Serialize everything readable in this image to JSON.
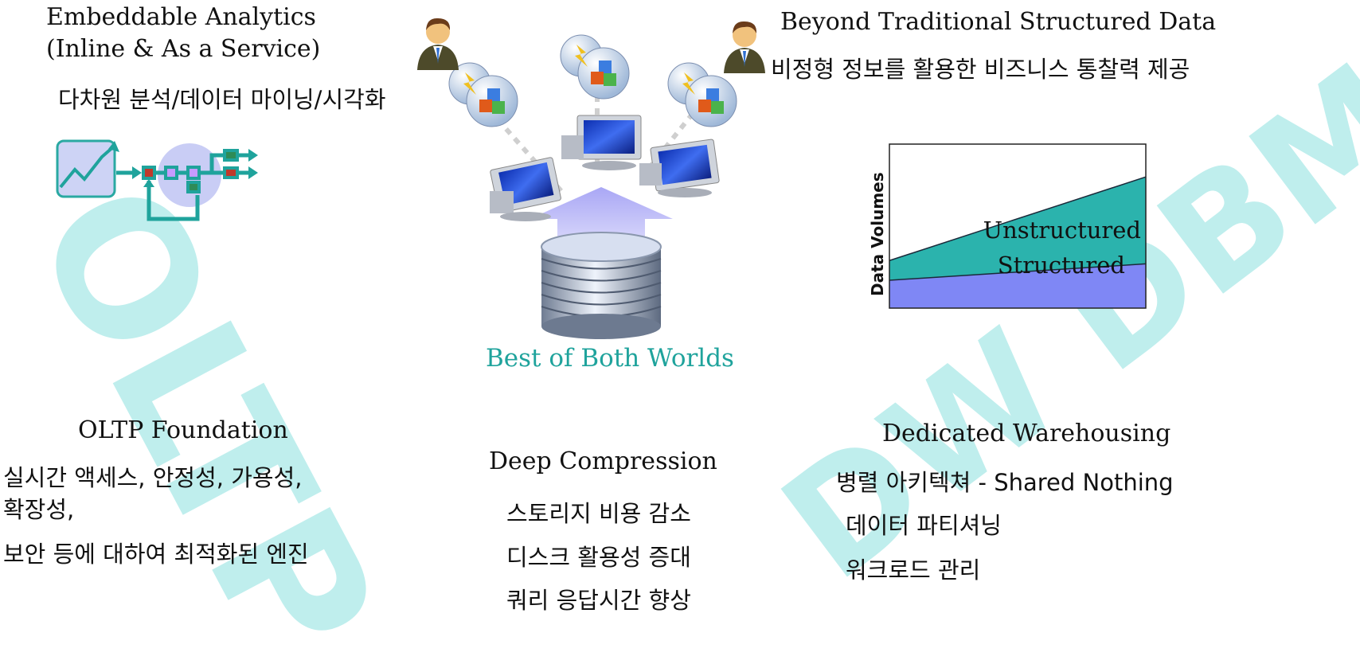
{
  "watermarks": {
    "left": "OLTP",
    "right": "DW DBMS"
  },
  "top_left": {
    "title_line1": "Embeddable Analytics",
    "title_line2": "(Inline & As a Service)",
    "subtitle": "다차원 분석/데이터 마이닝/시각화"
  },
  "top_right": {
    "title": "Beyond Traditional Structured Data",
    "subtitle": "비정형 정보를 활용한 비즈니스 통찰력 제공"
  },
  "center": {
    "caption": "Best of Both Worlds"
  },
  "bottom_left": {
    "title": "OLTP  Foundation",
    "lines": [
      "실시간 액세스, 안정성, 가용성,",
      "확장성,",
      "보안 등에 대하여 최적화된 엔진"
    ]
  },
  "bottom_center": {
    "title": "Deep Compression",
    "lines": [
      "스토리지 비용 감소",
      "디스크 활용성 증대",
      "쿼리 응답시간 향상"
    ]
  },
  "bottom_right": {
    "title": "Dedicated Warehousing",
    "lines": [
      "병렬 아키텍쳐 - Shared Nothing",
      "데이터 파티셔닝",
      "워크로드 관리"
    ]
  },
  "chart_data": {
    "type": "area",
    "ylabel": "Data Volumes",
    "xlabel": "",
    "x": [
      0,
      1
    ],
    "series": [
      {
        "name": "Structured",
        "values": [
          0.17,
          0.27
        ],
        "color": "#7f87f5"
      },
      {
        "name": "Unstructured",
        "values": [
          0.29,
          0.8
        ],
        "color": "#2bb3ad"
      }
    ],
    "ylim": [
      0,
      1
    ],
    "stacked": true
  },
  "colors": {
    "teal": "#1fa39c",
    "watermark": "#bfeeed",
    "arrow": "#b9b7f7"
  },
  "icons": [
    "user-icon",
    "analytics-cube-icon",
    "monitor-icon",
    "database-icon",
    "flow-diagram-icon",
    "line-chart-icon"
  ]
}
